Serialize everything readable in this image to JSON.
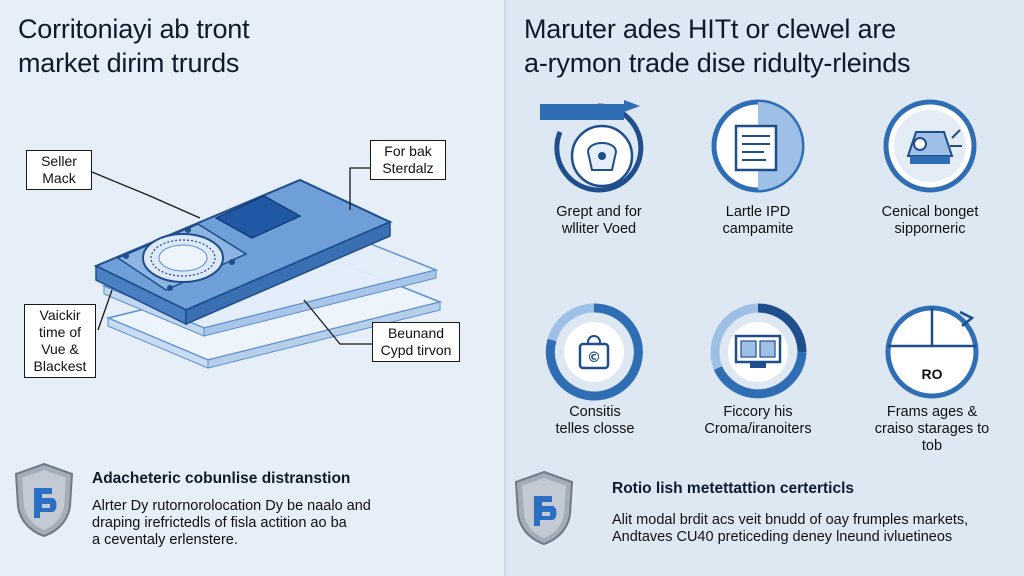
{
  "left": {
    "title": [
      "Corritoniayi ab tront",
      "market dirim trurds"
    ],
    "callouts": {
      "seller": [
        "Seller",
        "Mack"
      ],
      "forbak": [
        "For bak",
        "Sterdalz"
      ],
      "vaickir": [
        "Vaickir",
        "time of",
        "Vue &",
        "Blackest"
      ],
      "beunand": [
        "Beunand",
        "Cypd tirvon"
      ]
    },
    "section": {
      "heading": "Adacheteric cobunlise distranstion",
      "body": [
        "Alrter Dy rutornorolocation Dy be naalo and",
        "draping irefrictedls of fisla actition ao ba",
        "a ceventaly erlenstere."
      ]
    }
  },
  "right": {
    "title": [
      "Maruter ades HITt or clewel are",
      "a-rymon trade dise ridulty-rleinds"
    ],
    "icons": [
      {
        "caption": [
          "Grept and for",
          "wlliter Voed"
        ]
      },
      {
        "caption": [
          "Lartle IPD",
          "campamite"
        ]
      },
      {
        "caption": [
          "Cenical bonget",
          "sipporneric"
        ]
      },
      {
        "caption": [
          "Consitis",
          "telles closse"
        ]
      },
      {
        "caption": [
          "Ficcory his",
          "Croma/iranoiters"
        ]
      },
      {
        "caption": [
          "Frams ages &",
          "craiso starages to",
          "tob"
        ],
        "badge": "RO"
      }
    ],
    "section": {
      "heading": "Rotio lish metettattion certerticls",
      "body": [
        "Alit modal brdit acs veit bnudd of oay frumples markets,",
        "Andtaves CU40 preticeding deney lneund ivluetineos"
      ]
    }
  },
  "colors": {
    "accent": "#2f6db5",
    "dark": "#1f4e8c",
    "light": "#9fc0e6",
    "shield": "#9aa5b1"
  }
}
